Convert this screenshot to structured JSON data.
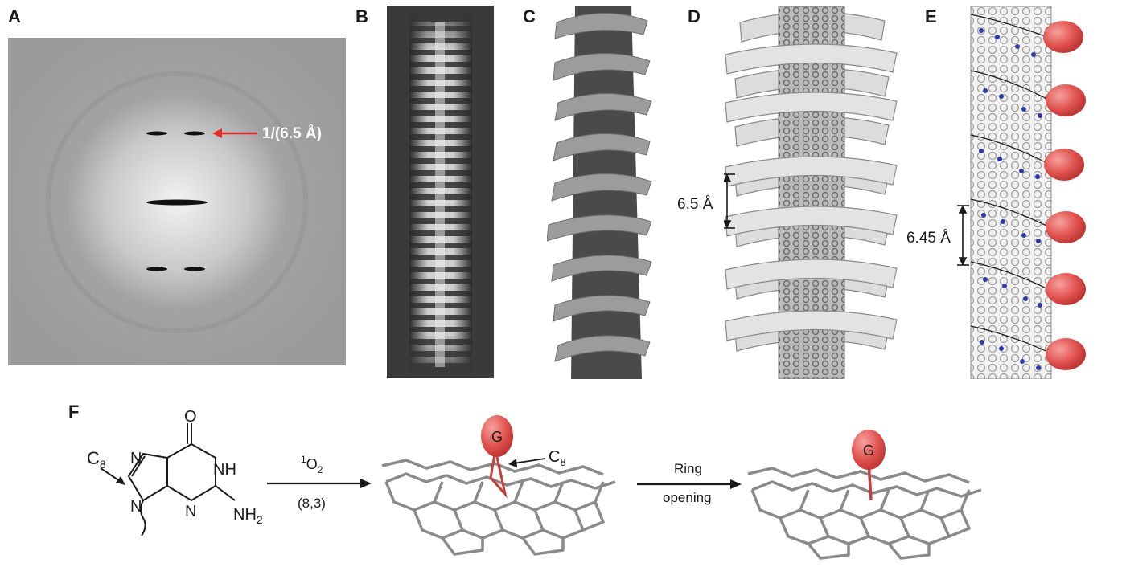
{
  "panels": {
    "A": {
      "label": "A",
      "annotation": "1/(6.5 Å)"
    },
    "B": {
      "label": "B"
    },
    "C": {
      "label": "C"
    },
    "D": {
      "label": "D",
      "dimension": "6.5 Å"
    },
    "E": {
      "label": "E",
      "dimension": "6.45 Å"
    },
    "F": {
      "label": "F",
      "molecule": {
        "c8": "C",
        "c8_sub": "8",
        "o": "O",
        "n1": "N",
        "n2": "N",
        "n3": "N",
        "nh": "NH",
        "nh2": "NH",
        "nh2_sub": "2"
      },
      "arrow1": {
        "top_sup": "1",
        "top": "O",
        "top_sub": "2",
        "bottom": "(8,3)"
      },
      "tube1": {
        "ball": "G",
        "c8": "C",
        "c8_sub": "8"
      },
      "arrow2": {
        "top": "Ring",
        "bottom": "opening"
      },
      "tube2": {
        "ball": "G"
      }
    }
  },
  "colors": {
    "red_ball": "#e0524f",
    "arrow_red": "#e32b2b",
    "gray_panel": "#8b8b8b",
    "blue_marker": "#2b3aa8"
  }
}
